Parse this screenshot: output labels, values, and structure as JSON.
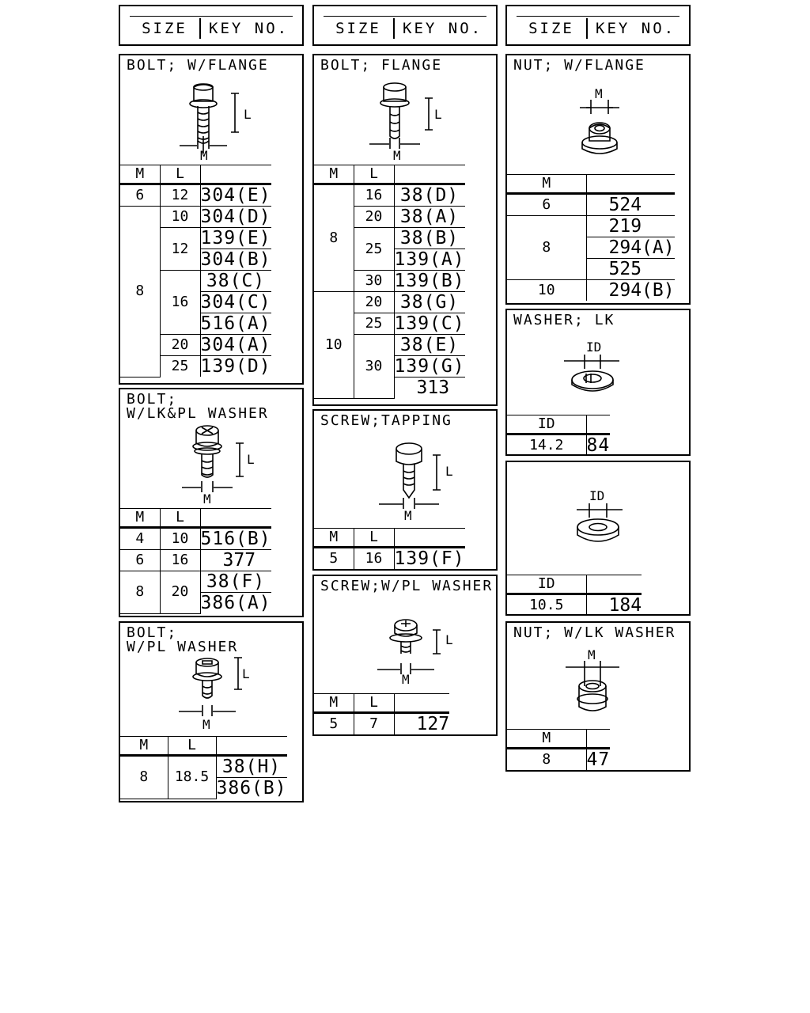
{
  "header": {
    "size": "SIZE",
    "key_no": "KEY NO."
  },
  "bolt_flange_w": {
    "title": "BOLT; W/FLANGE",
    "dim_l": "L",
    "dim_m": "M",
    "cols": [
      "M",
      "L",
      ""
    ],
    "rows": [
      {
        "m": "6",
        "l": "12",
        "key": "304(E)"
      },
      {
        "m": "8",
        "l": "10",
        "key": "304(D)"
      },
      {
        "l": "12",
        "key": "139(E)"
      },
      {
        "key": "304(B)"
      },
      {
        "l": "16",
        "key": "38(C)"
      },
      {
        "key": "304(C)"
      },
      {
        "key": "516(A)"
      },
      {
        "l": "20",
        "key": "304(A)"
      },
      {
        "l": "25",
        "key": "139(D)"
      }
    ]
  },
  "bolt_lk_pl": {
    "title": "BOLT;\nW/LK&PL WASHER",
    "dim_l": "L",
    "dim_m": "M",
    "cols": [
      "M",
      "L",
      ""
    ],
    "rows": [
      {
        "m": "4",
        "l": "10",
        "key": "516(B)"
      },
      {
        "m": "6",
        "l": "16",
        "key": "377"
      },
      {
        "m": "8",
        "l": "20",
        "key": "38(F)"
      },
      {
        "key": "386(A)"
      }
    ]
  },
  "bolt_pl": {
    "title": "BOLT;\nW/PL WASHER",
    "dim_l": "L",
    "dim_m": "M",
    "cols": [
      "M",
      "L",
      ""
    ],
    "rows": [
      {
        "m": "8",
        "l": "18.5",
        "key": "38(H)"
      },
      {
        "key": "386(B)"
      }
    ]
  },
  "bolt_flange": {
    "title": "BOLT; FLANGE",
    "dim_l": "L",
    "dim_m": "M",
    "cols": [
      "M",
      "L",
      ""
    ],
    "rows": [
      {
        "m": "8",
        "l": "16",
        "key": "38(D)"
      },
      {
        "l": "20",
        "key": "38(A)"
      },
      {
        "l": "25",
        "key": "38(B)"
      },
      {
        "key": "139(A)"
      },
      {
        "l": "30",
        "key": "139(B)"
      },
      {
        "m": "10",
        "l": "20",
        "key": "38(G)"
      },
      {
        "l": "25",
        "key": "139(C)"
      },
      {
        "l": "30",
        "key": "38(E)"
      },
      {
        "key": "139(G)"
      },
      {
        "key": "313"
      }
    ]
  },
  "screw_tapping": {
    "title": "SCREW;TAPPING",
    "dim_l": "L",
    "dim_m": "M",
    "cols": [
      "M",
      "L",
      ""
    ],
    "rows": [
      {
        "m": "5",
        "l": "16",
        "key": "139(F)"
      }
    ]
  },
  "screw_pl": {
    "title": "SCREW;W/PL WASHER",
    "dim_l": "L",
    "dim_m": "M",
    "cols": [
      "M",
      "L",
      ""
    ],
    "rows": [
      {
        "m": "5",
        "l": "7",
        "key": "127"
      }
    ]
  },
  "nut_flange": {
    "title": "NUT; W/FLANGE",
    "dim_m": "M",
    "cols": [
      "M",
      ""
    ],
    "rows": [
      {
        "m": "6",
        "key": "524"
      },
      {
        "m": "8",
        "key": "219"
      },
      {
        "key": "294(A)"
      },
      {
        "key": "525"
      },
      {
        "m": "10",
        "key": "294(B)"
      }
    ]
  },
  "washer_lk": {
    "title": "WASHER; LK",
    "dim_id": "ID",
    "cols": [
      "ID",
      ""
    ],
    "rows": [
      {
        "id": "14.2",
        "key": "84"
      }
    ]
  },
  "washer_plain": {
    "dim_id": "ID",
    "cols": [
      "ID",
      ""
    ],
    "rows": [
      {
        "id": "10.5",
        "key": "184"
      }
    ]
  },
  "nut_lk": {
    "title": "NUT; W/LK WASHER",
    "dim_m": "M",
    "cols": [
      "M",
      ""
    ],
    "rows": [
      {
        "m": "8",
        "key": "47"
      }
    ]
  }
}
